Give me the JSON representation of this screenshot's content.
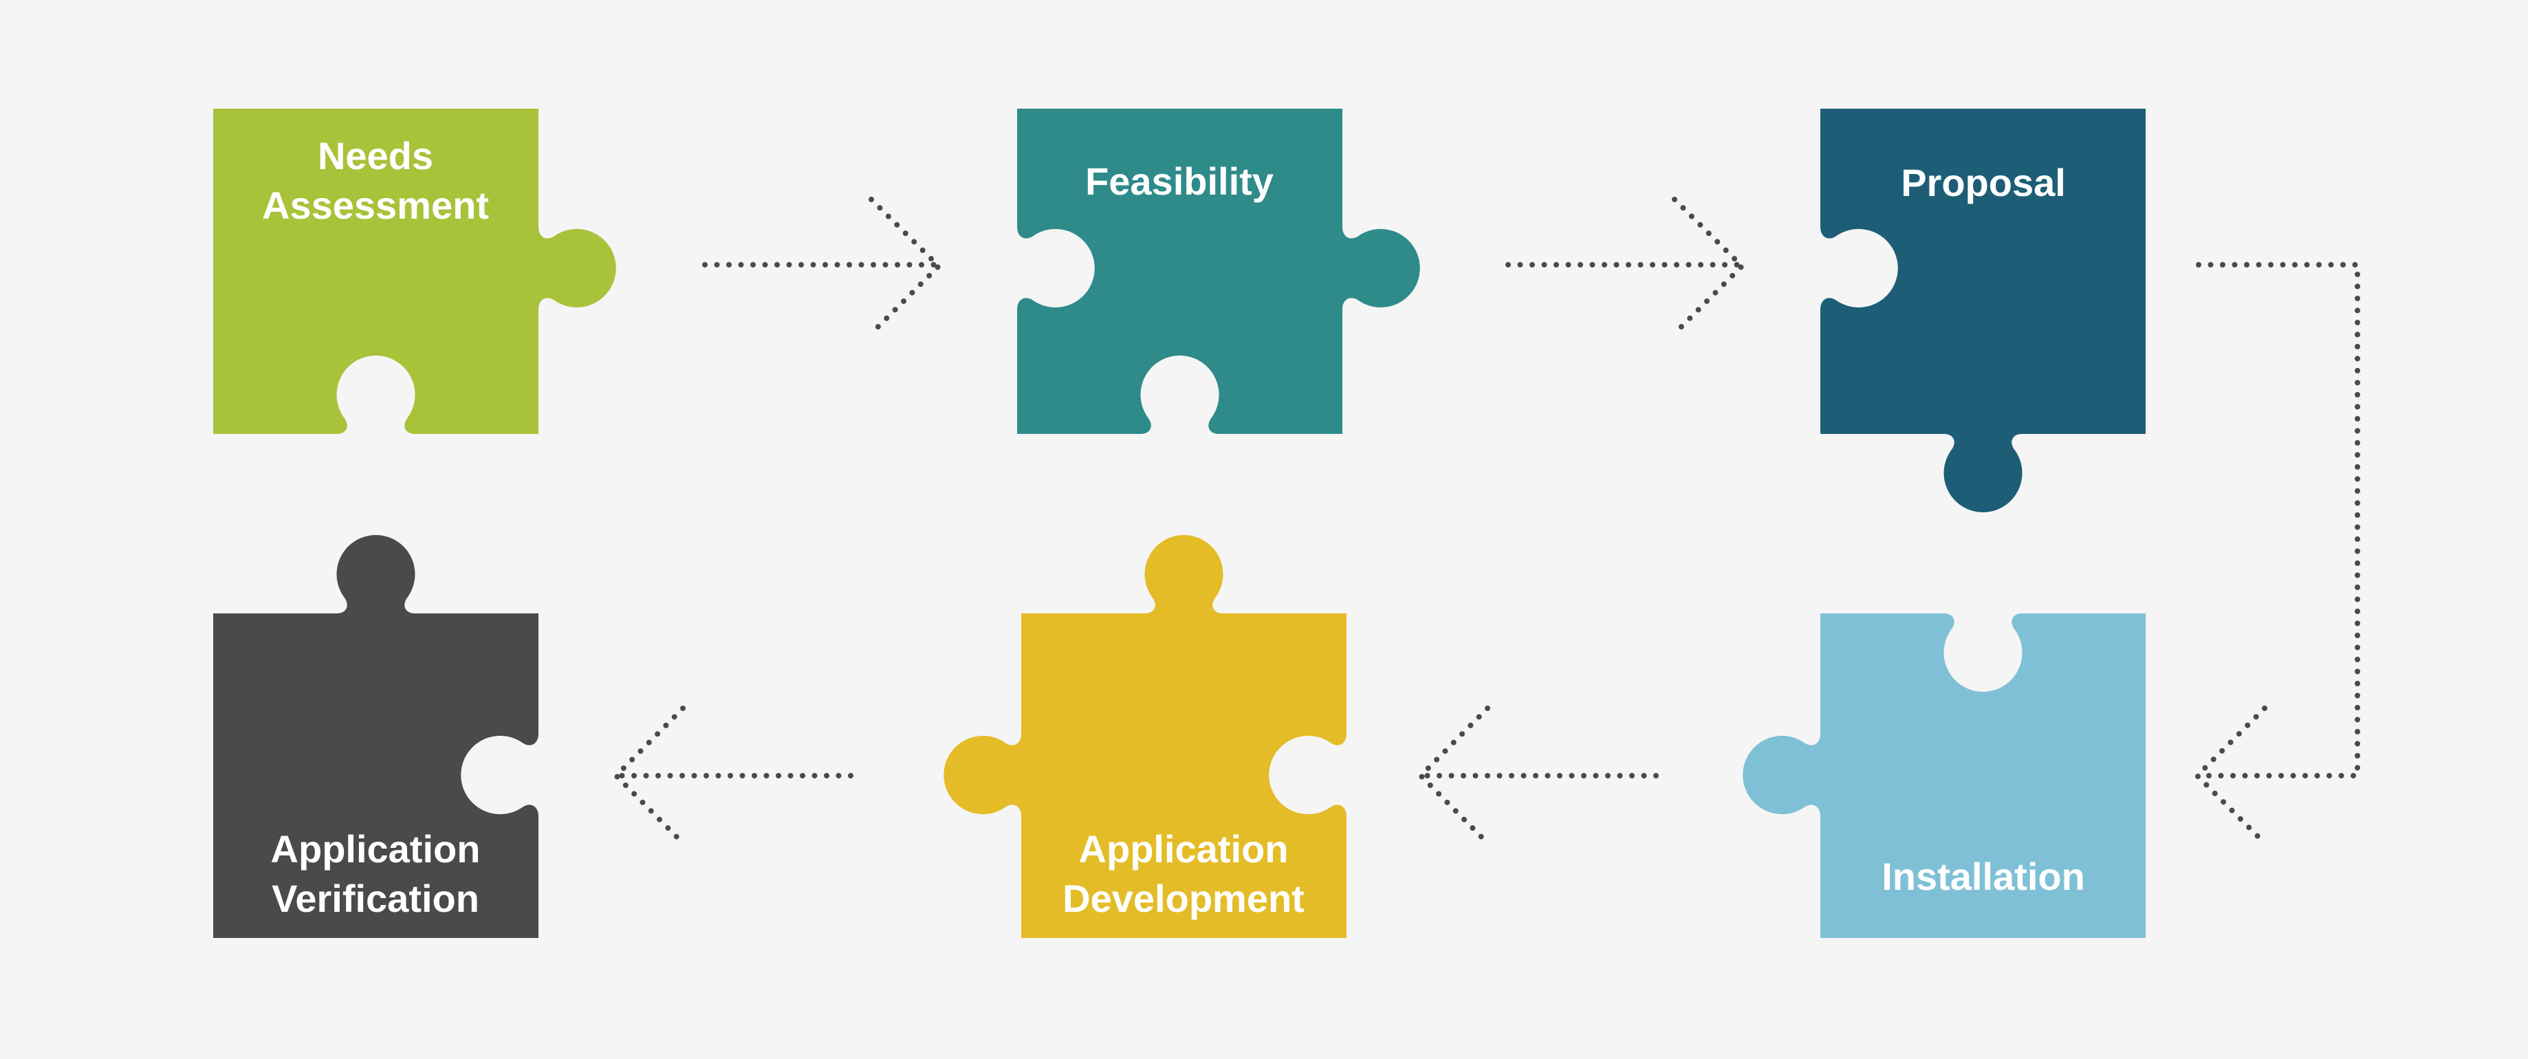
{
  "diagram": {
    "background": "#f5f5f5",
    "arrow_color": "#4a4a4a",
    "steps": [
      {
        "label_lines": [
          "Needs",
          "Assessment"
        ],
        "color": "#a8c23a"
      },
      {
        "label_lines": [
          "Feasibility"
        ],
        "color": "#2e8b8a"
      },
      {
        "label_lines": [
          "Proposal"
        ],
        "color": "#1d5e76"
      },
      {
        "label_lines": [
          "Installation"
        ],
        "color": "#7fc0d6"
      },
      {
        "label_lines": [
          "Application",
          "Development"
        ],
        "color": "#e4bc28"
      },
      {
        "label_lines": [
          "Application",
          "Verification"
        ],
        "color": "#4a4a48"
      }
    ]
  }
}
